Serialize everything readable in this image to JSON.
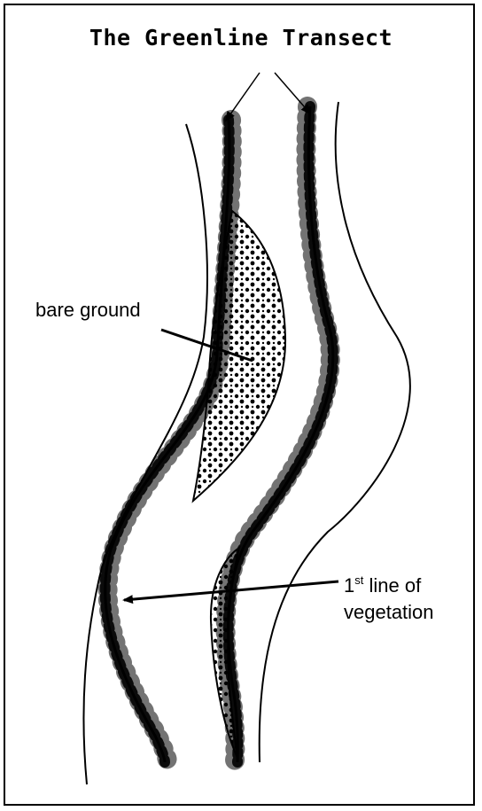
{
  "diagram": {
    "title": "The Greenline Transect",
    "labels": {
      "bare_ground": "bare ground",
      "first_line_number": "1",
      "first_line_suffix": "st",
      "first_line_rest": " line of",
      "first_line_second": "vegetation"
    }
  }
}
